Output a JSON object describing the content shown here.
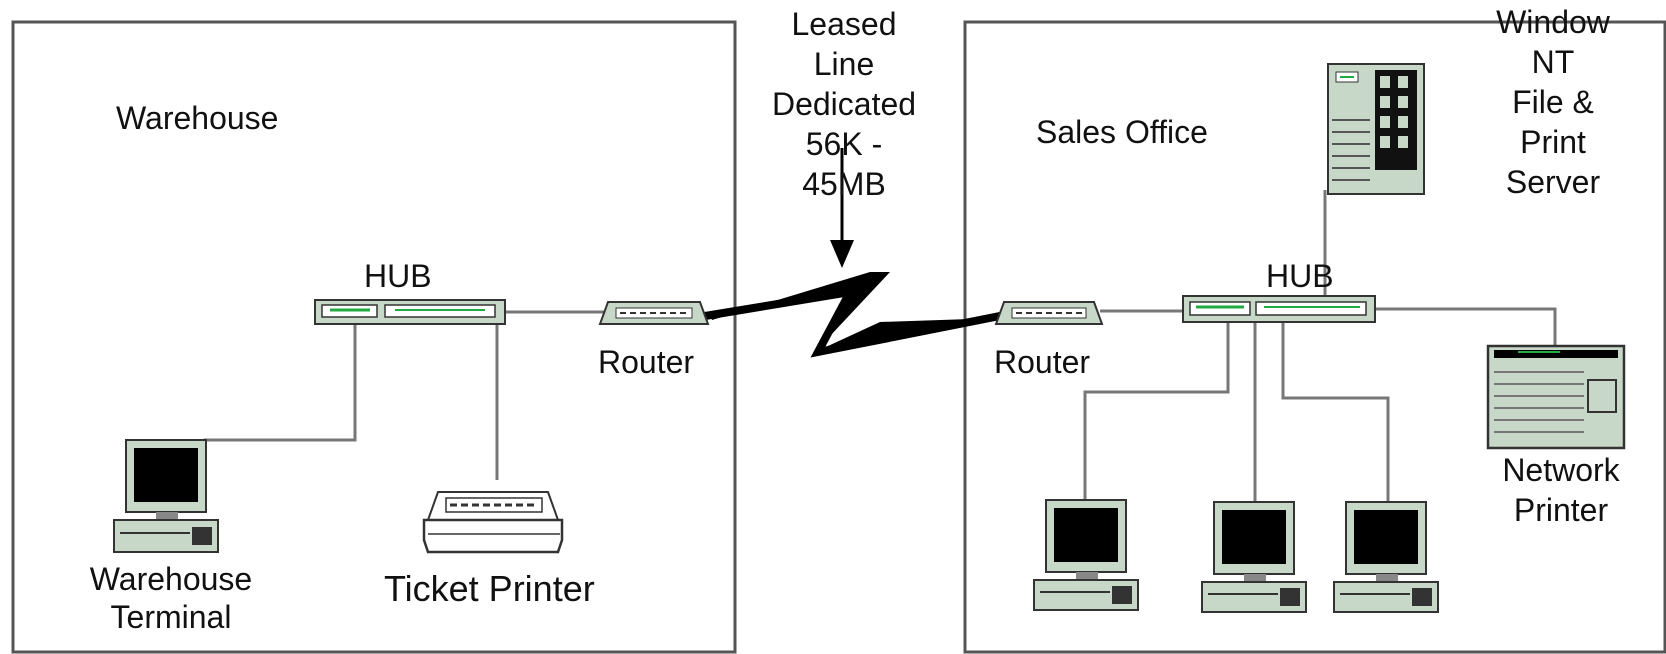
{
  "zones": {
    "warehouse": {
      "label": "Warehouse"
    },
    "sales_office": {
      "label": "Sales Office"
    }
  },
  "link": {
    "label": "Leased\nLine\nDedicated\n56K -\n45MB"
  },
  "devices": {
    "warehouse_hub": "HUB",
    "warehouse_router": "Router",
    "warehouse_terminal": "Warehouse\nTerminal",
    "ticket_printer": "Ticket Printer",
    "sales_router": "Router",
    "sales_hub": "HUB",
    "nt_server": "Window\nNT\nFile &\nPrint\nServer",
    "network_printer": "Network\nPrinter"
  },
  "colors": {
    "line": "#777777",
    "border": "#555555",
    "device_fill": "#c8d8c8",
    "device_led": "#22aa44",
    "screen": "#000000"
  },
  "icons": [
    "hub-icon",
    "router-icon",
    "computer-icon",
    "printer-icon",
    "server-icon",
    "lightning-bolt-icon"
  ]
}
